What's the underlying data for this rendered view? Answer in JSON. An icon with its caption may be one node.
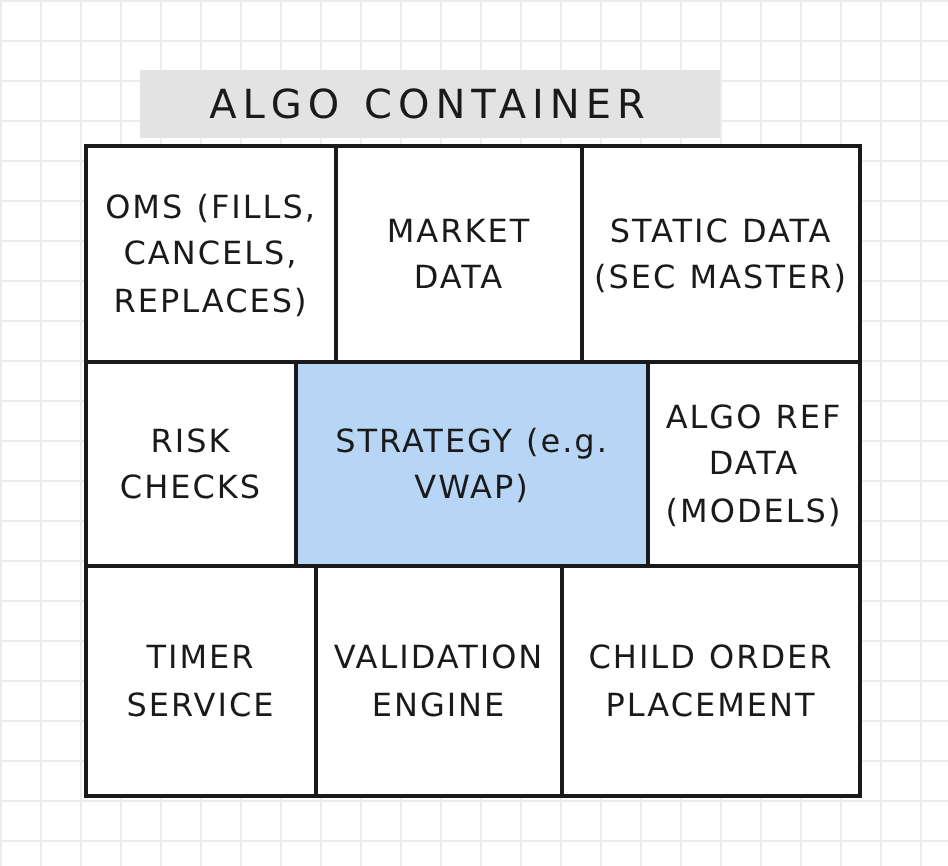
{
  "diagram": {
    "nodes": [
      {
        "text": [
          "ALGO CONTAINER"
        ]
      },
      {
        "text": [
          "OMS (FILLS, CANCELS, REPLACES)"
        ],
        "in": 0
      },
      {
        "text": [
          "MARKET DATA"
        ],
        "in": 0
      },
      {
        "text": [
          "STATIC DATA (SEC MASTER)"
        ],
        "in": 0
      },
      {
        "text": [
          "RISK CHECKS"
        ],
        "in": 0
      },
      {
        "text": [
          "STRATEGY (e.g. VWAP)"
        ],
        "in": 0
      },
      {
        "text": [
          "ALGO REF DATA (MODELS)"
        ],
        "in": 0
      },
      {
        "text": [
          "TIMER SERVICE"
        ],
        "in": 0
      },
      {
        "text": [
          "VALIDATION ENGINE"
        ],
        "in": 0
      },
      {
        "text": [
          "CHILD ORDER PLACEMENT"
        ],
        "in": 0
      }
    ],
    "edges": []
  }
}
